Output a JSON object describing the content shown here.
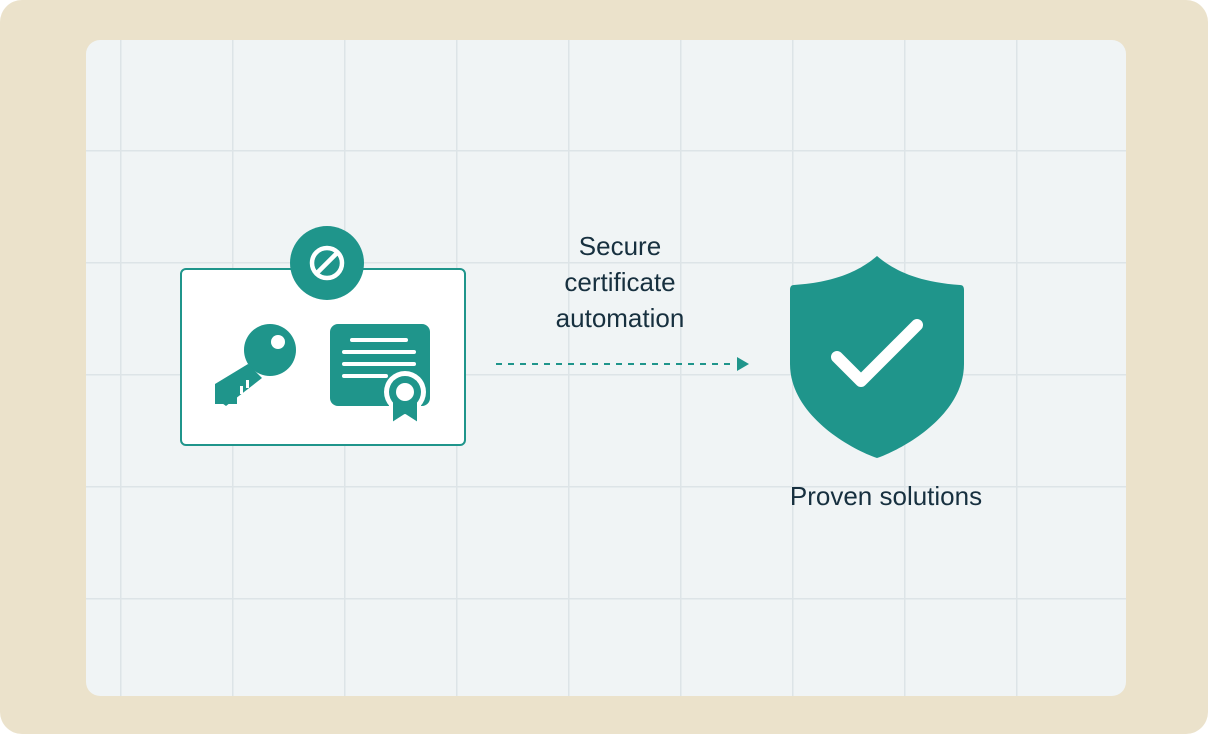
{
  "diagram": {
    "left_node": {
      "icons": [
        "ban-icon",
        "key-icon",
        "certificate-icon"
      ]
    },
    "connector": {
      "label_lines": [
        "Secure",
        "certificate",
        "automation"
      ],
      "style": "dashed-arrow"
    },
    "right_node": {
      "icon": "shield-check-icon",
      "label": "Proven solutions"
    }
  },
  "colors": {
    "accent": "#1f958b",
    "outer_background": "#ebe2cb",
    "panel_background": "#f0f4f5",
    "grid_line": "#dde4e7",
    "text": "#17303f"
  }
}
